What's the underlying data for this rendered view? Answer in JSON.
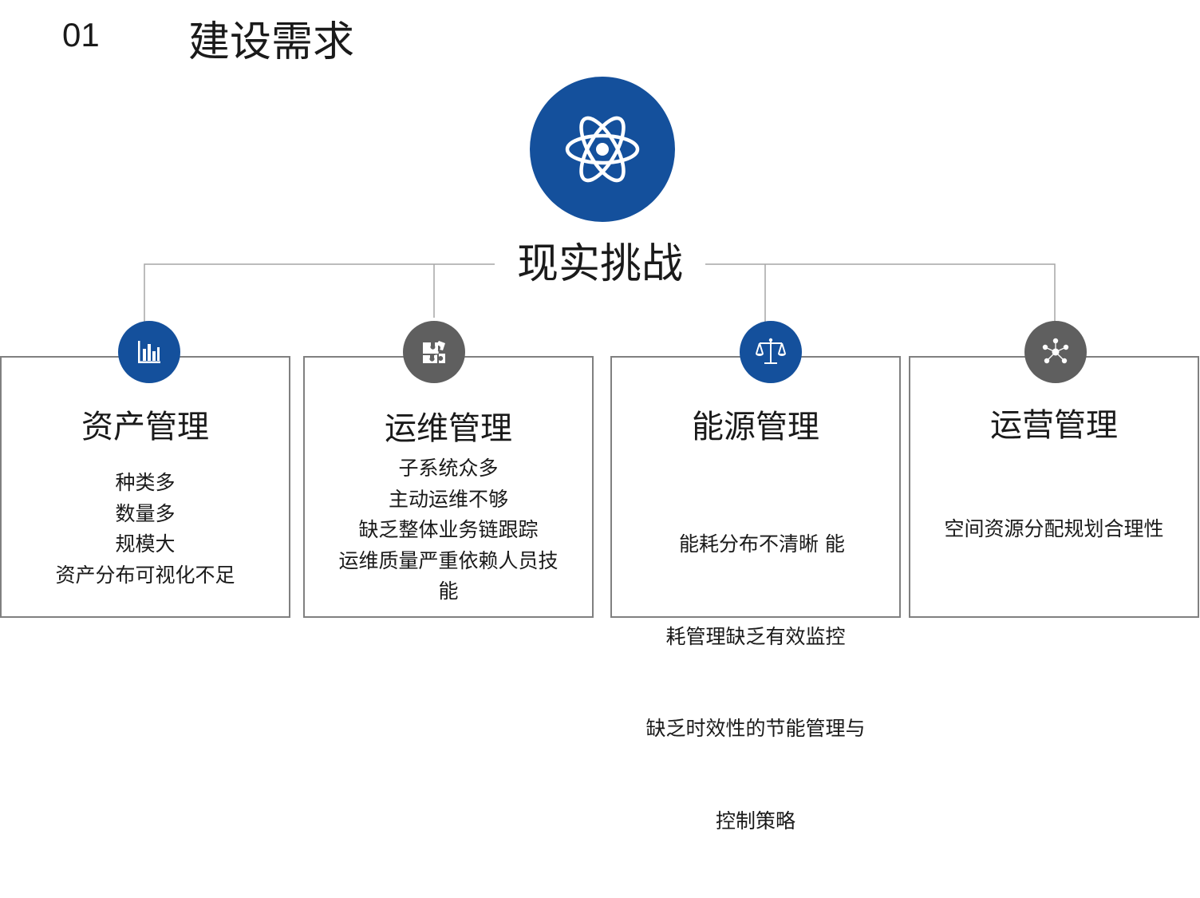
{
  "header": {
    "number": "01",
    "title": "建设需求"
  },
  "hub": {
    "label": "现实挑战",
    "icon": "atom-icon",
    "color": "#14509c"
  },
  "colors": {
    "blue": "#14509c",
    "gray": "#5f5f5f",
    "line": "#a6a6a6",
    "border": "#808080"
  },
  "cards": [
    {
      "title": "资产管理",
      "icon": "bar-chart-icon",
      "badge_color": "#14509c",
      "lines": [
        "种类多",
        "数量多",
        "规模大",
        "资产分布可视化不足"
      ]
    },
    {
      "title": "运维管理",
      "icon": "puzzle-icon",
      "badge_color": "#5f5f5f",
      "lines": [
        "子系统众多",
        "主动运维不够",
        "缺乏整体业务链跟踪",
        "运维质量严重依赖人员技",
        "能"
      ]
    },
    {
      "title": "能源管理",
      "icon": "balance-scale-icon",
      "badge_color": "#14509c",
      "lines": [
        "  能耗分布不清晰 能",
        "耗管理缺乏有效监控",
        "缺乏时效性的节能管理与",
        "控制策略"
      ]
    },
    {
      "title": "运营管理",
      "icon": "network-icon",
      "badge_color": "#5f5f5f",
      "lines": [
        "空间资源分配规划合理性"
      ]
    }
  ]
}
